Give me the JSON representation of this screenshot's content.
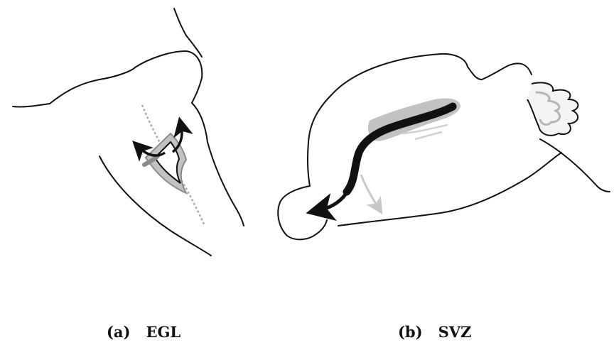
{
  "captions": {
    "a": {
      "letter": "(a)",
      "label": "EGL"
    },
    "b": {
      "letter": "(b)",
      "label": "SVZ"
    }
  },
  "colors": {
    "outline": "#111111",
    "highlight": "#c2c2c2",
    "dark_gray": "#8a8a8a",
    "light_arrow": "#c8c8c8"
  }
}
